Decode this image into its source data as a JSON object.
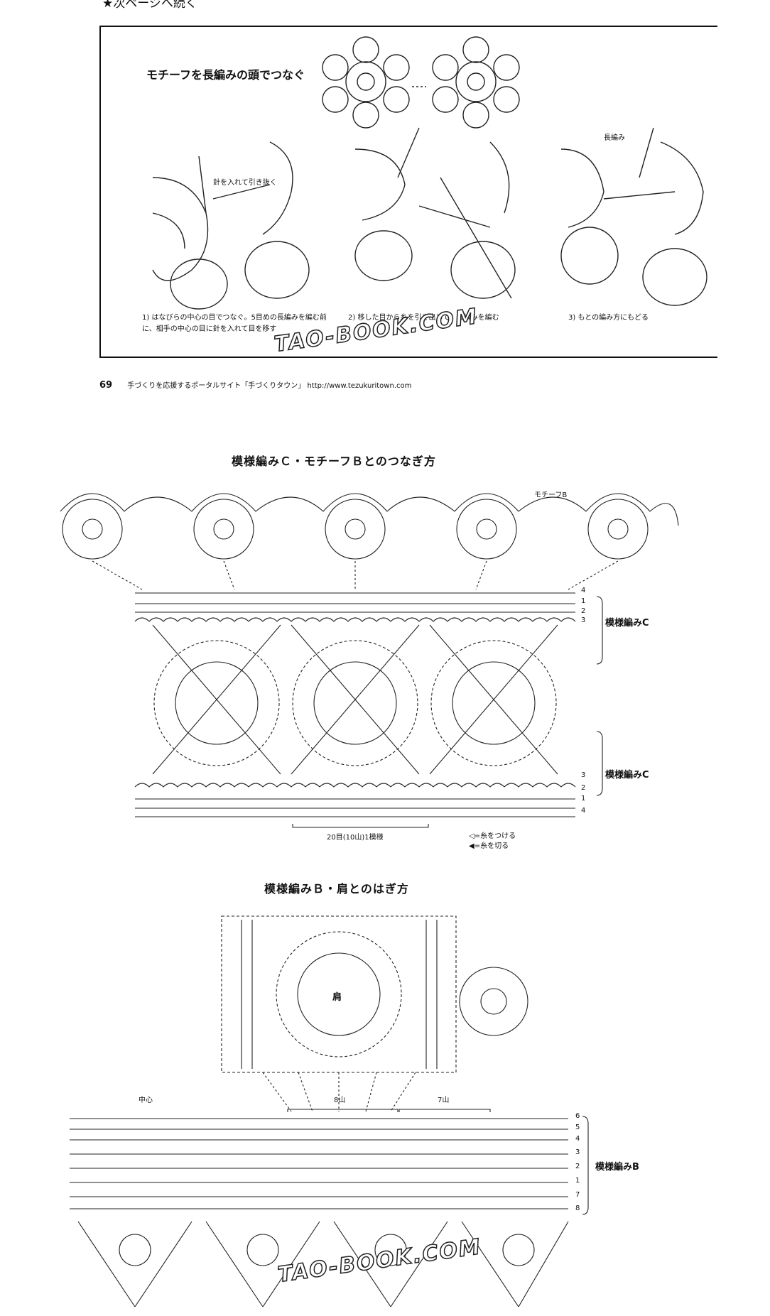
{
  "top_note": "★次ページへ続く",
  "panel": {
    "title": "モチーフを長編みの頭でつなぐ",
    "callouts": [
      "針を入れて引き抜く",
      "長編み"
    ],
    "steps": [
      {
        "num": "1)",
        "text": "はなびらの中心の目でつなぐ。5目めの長編みを編む前に、相手の中心の目に針を入れて目を移す"
      },
      {
        "num": "2)",
        "text": "移した目から糸を引き出して、長編みを編む"
      },
      {
        "num": "3)",
        "text": "もとの編み方にもどる"
      }
    ]
  },
  "footer": {
    "page": "69",
    "text": "手づくりを応援するポータルサイト「手づくりタウン」 http://www.tezukuritown.com"
  },
  "section_c": {
    "title": "模様編みＣ・モチーフＢとのつなぎ方",
    "motif_label": "モチーフB",
    "side_label": "模様編みC",
    "top_rows": [
      "4",
      "1",
      "2",
      "3"
    ],
    "bottom_rows": [
      "3",
      "2",
      "1",
      "4"
    ],
    "repeat_label": "20目(10山)1模様",
    "legend": [
      "=糸をつける",
      "=糸を切る"
    ]
  },
  "section_b": {
    "title": "模様編みＢ・肩とのはぎ方",
    "center_label": "肩",
    "center_mark": "中心",
    "count_a": "8山",
    "count_b": "7山",
    "side_label": "模様編みB",
    "rows": [
      "6",
      "5",
      "4",
      "3",
      "2",
      "1",
      "7",
      "8"
    ]
  },
  "watermark": "TAO-BOOK.COM"
}
